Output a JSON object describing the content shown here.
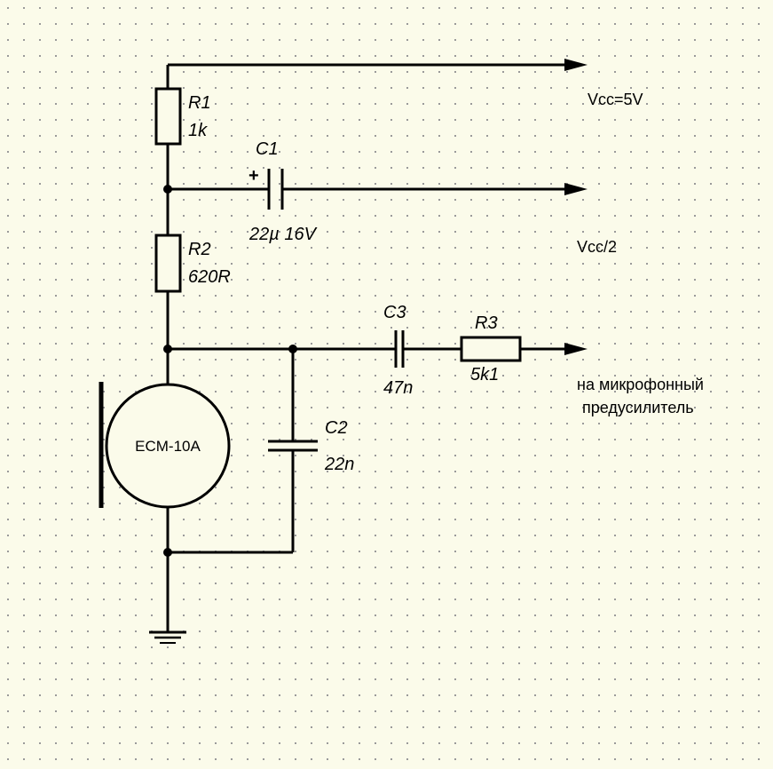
{
  "colors": {
    "background": "#FBFBEA",
    "ink": "#000000",
    "grid_dots": "#9A9A9A"
  },
  "components": {
    "r1": {
      "ref": "R1",
      "value": "1k"
    },
    "r2": {
      "ref": "R2",
      "value": "620R"
    },
    "r3": {
      "ref": "R3",
      "value": "5k1"
    },
    "c1": {
      "ref": "C1",
      "value": "22µ 16V",
      "polarity": "+"
    },
    "c2": {
      "ref": "C2",
      "value": "22n"
    },
    "c3": {
      "ref": "C3",
      "value": "47n"
    },
    "mic": {
      "label": "ECM-10A"
    }
  },
  "nets": {
    "vcc": "Vcc=5V",
    "vcc_half": "Vcc/2",
    "out_line1": "на микрофонный",
    "out_line2": "предусилитель"
  }
}
